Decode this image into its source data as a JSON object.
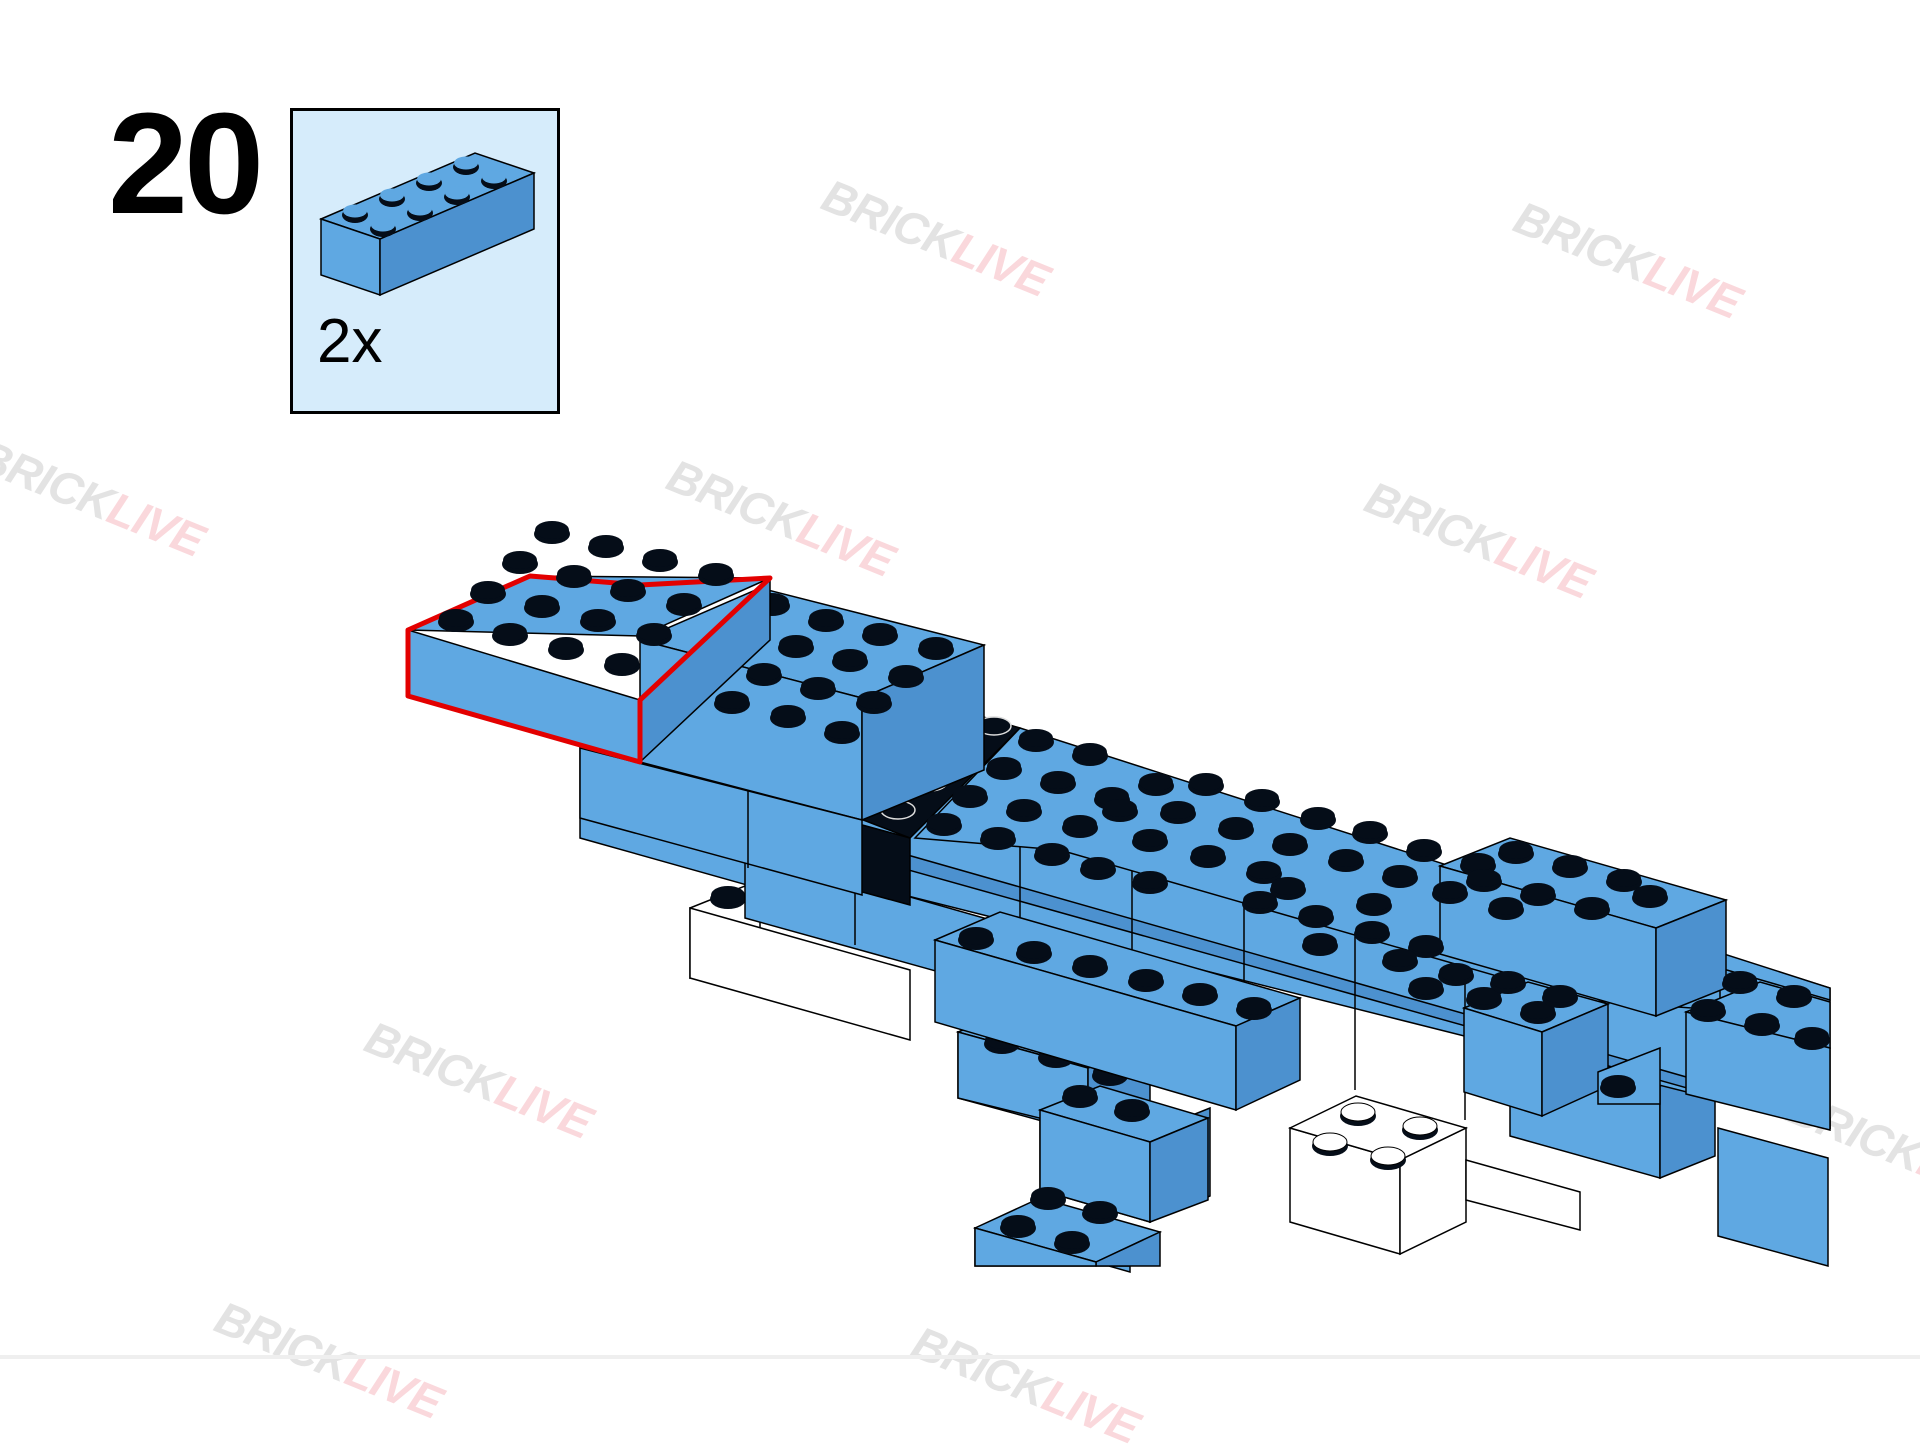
{
  "step": {
    "number": "20"
  },
  "parts_callout": {
    "quantity": "2x",
    "part": "brick-2x4-icon",
    "part_color": "#5fa8e2"
  },
  "watermark": {
    "part_a": "BRICK",
    "part_b": "LIVE"
  },
  "colors": {
    "brick_blue": "#5fa8e2",
    "brick_blue_side": "#4c91cf",
    "brick_black": "#050d18",
    "brick_white": "#ffffff",
    "highlight": "#e30000",
    "callout_background": "#d6ecfb"
  }
}
